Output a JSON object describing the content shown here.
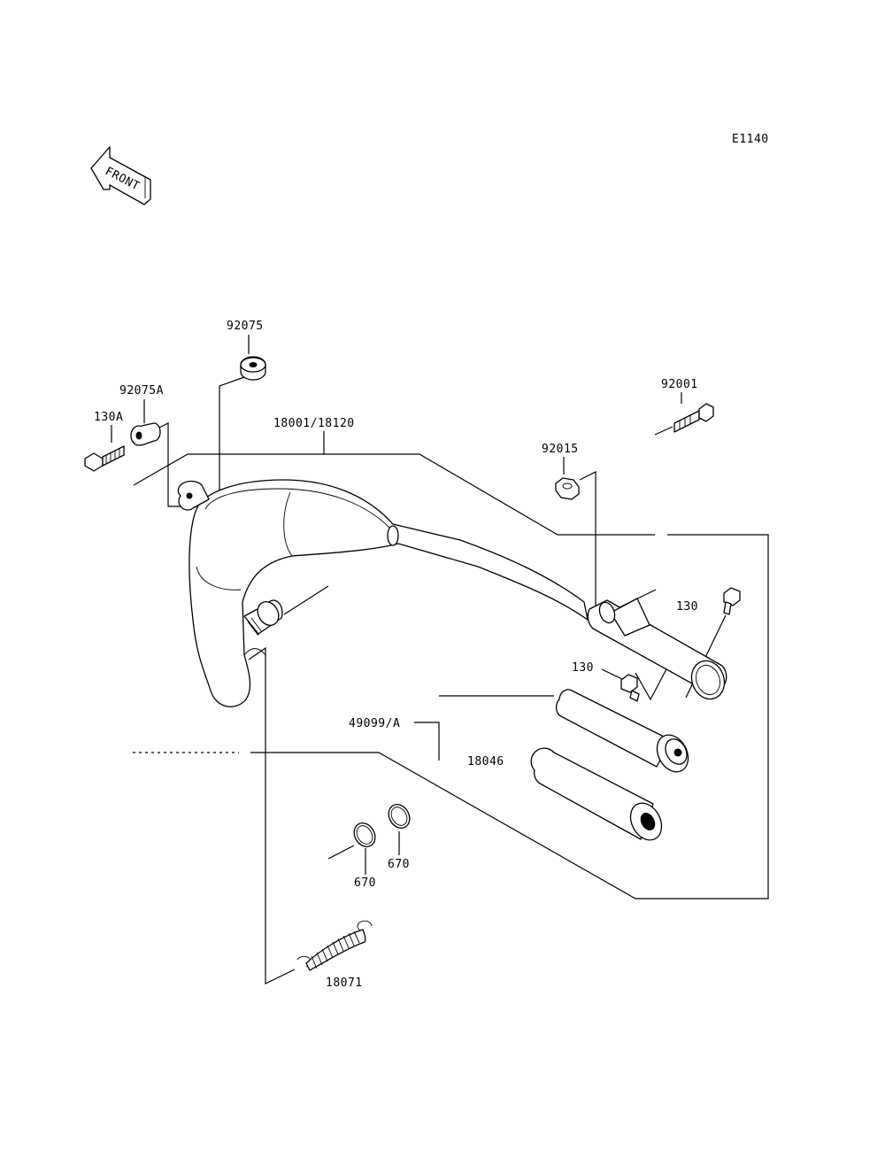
{
  "diagram_code": "E1140",
  "front_label": "FRONT",
  "parts": {
    "p92075": "92075",
    "p92075a": "92075A",
    "p130a": "130A",
    "p18001": "18001/18120",
    "p92001": "92001",
    "p92015": "92015",
    "p130_upper": "130",
    "p130_lower": "130",
    "p49099": "49099/A",
    "p18046": "18046",
    "p670_left": "670",
    "p670_right": "670",
    "p18071": "18071"
  }
}
